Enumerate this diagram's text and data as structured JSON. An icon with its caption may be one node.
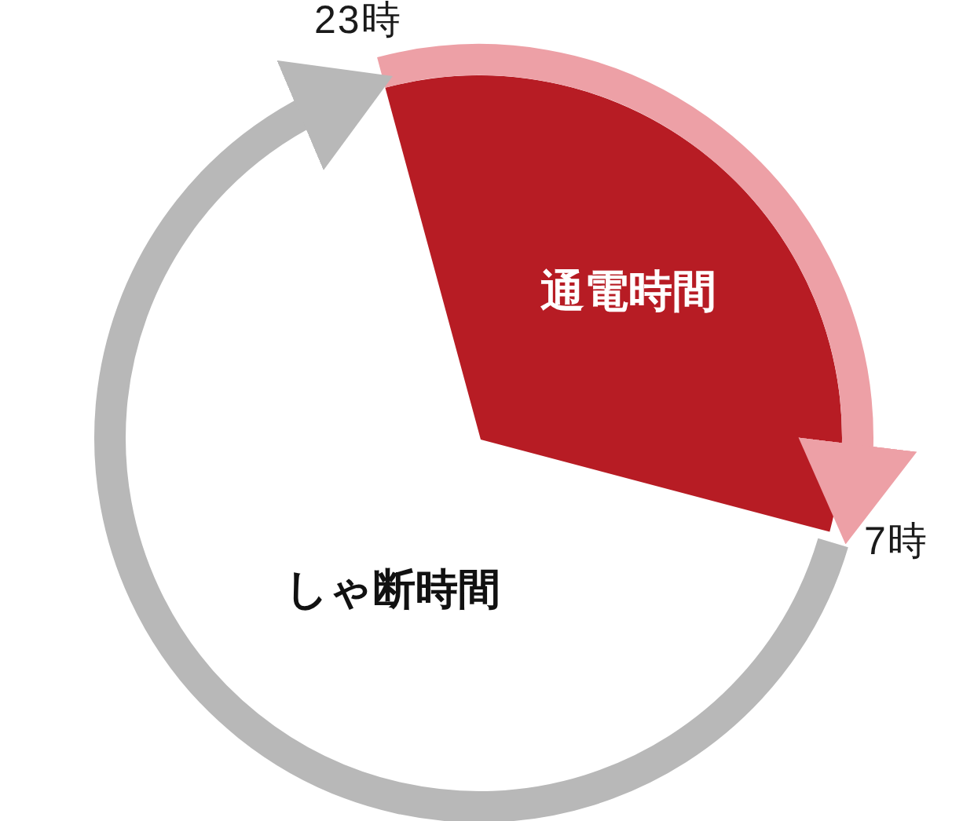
{
  "diagram": {
    "nodes": [
      {
        "text": [
          "23時"
        ]
      },
      {
        "text": [
          "通電時間"
        ]
      },
      {
        "text": [
          "7時"
        ]
      }
    ],
    "edges": [
      {
        "from": 0,
        "to": 2,
        "arrow": "to",
        "color": "#eda0a6"
      },
      {
        "from": 2,
        "to": 0,
        "arrow": "to",
        "color": "#b8b8b8"
      }
    ],
    "labels": [
      "しゃ断時間"
    ]
  }
}
